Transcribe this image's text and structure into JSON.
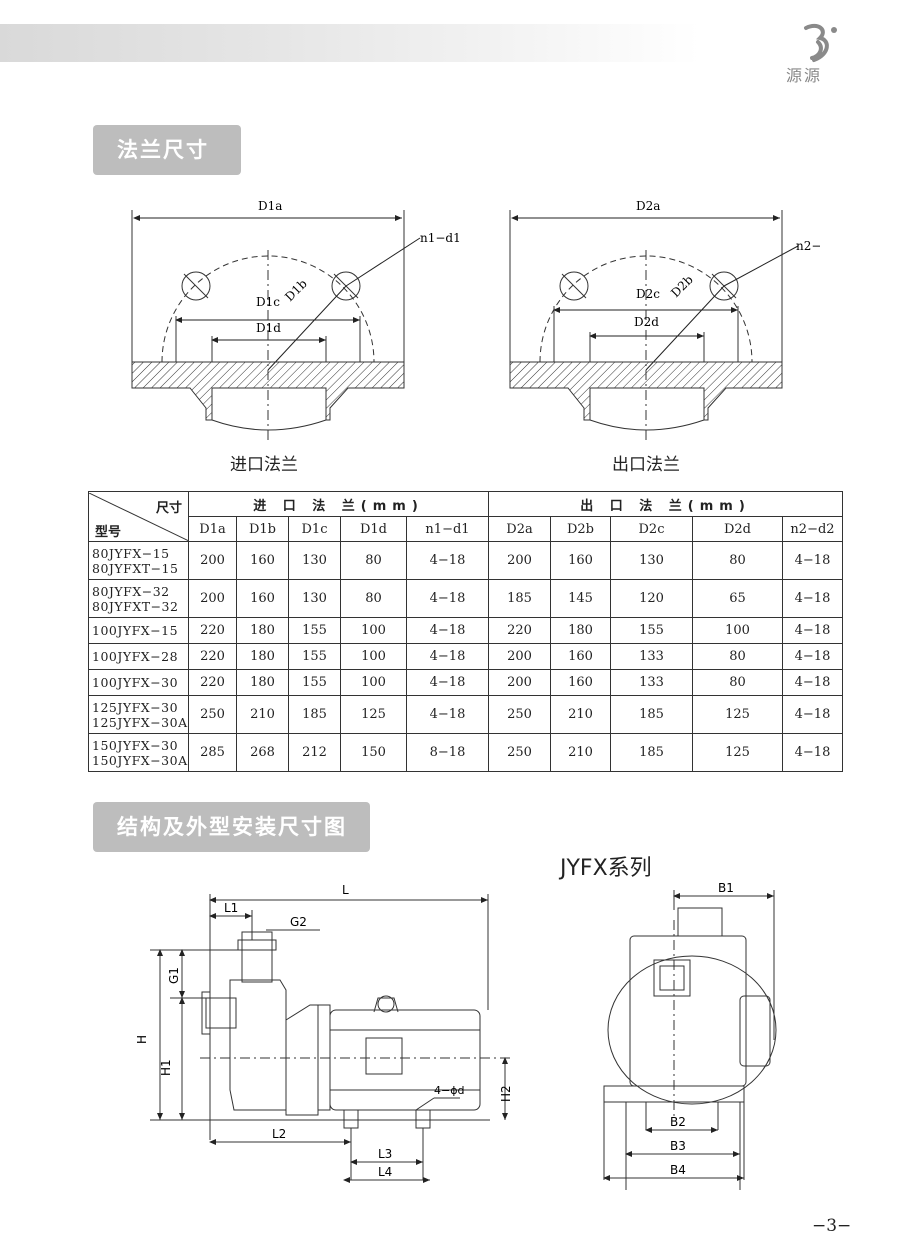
{
  "header": {
    "brand": "源源"
  },
  "sections": {
    "flange": "法兰尺寸",
    "structure": "结构及外型安装尺寸图"
  },
  "flange_drawing": {
    "inlet": {
      "caption": "进口法兰",
      "d_a": "D1a",
      "d_b": "D1b",
      "d_c": "D1c",
      "d_d": "D1d",
      "holes": "n1−d1"
    },
    "outlet": {
      "caption": "出口法兰",
      "d_a": "D2a",
      "d_b": "D2b",
      "d_c": "D2c",
      "d_d": "D2d",
      "holes": "n2−d2"
    }
  },
  "table": {
    "corner_top": "尺寸",
    "corner_bottom": "型号",
    "inlet_group": "进 口 法 兰(mm)",
    "outlet_group": "出 口 法 兰(mm)",
    "inlet_cols": [
      "D1a",
      "D1b",
      "D1c",
      "D1d",
      "n1−d1"
    ],
    "outlet_cols": [
      "D2a",
      "D2b",
      "D2c",
      "D2d",
      "n2−d2"
    ],
    "rows": [
      {
        "model": "80JYFX−15\n80JYFXT−15",
        "v": [
          "200",
          "160",
          "130",
          "80",
          "4−18",
          "200",
          "160",
          "130",
          "80",
          "4−18"
        ]
      },
      {
        "model": "80JYFX−32\n80JYFXT−32",
        "v": [
          "200",
          "160",
          "130",
          "80",
          "4−18",
          "185",
          "145",
          "120",
          "65",
          "4−18"
        ]
      },
      {
        "model": "100JYFX−15",
        "v": [
          "220",
          "180",
          "155",
          "100",
          "4−18",
          "220",
          "180",
          "155",
          "100",
          "4−18"
        ]
      },
      {
        "model": "100JYFX−28",
        "v": [
          "220",
          "180",
          "155",
          "100",
          "4−18",
          "200",
          "160",
          "133",
          "80",
          "4−18"
        ]
      },
      {
        "model": "100JYFX−30",
        "v": [
          "220",
          "180",
          "155",
          "100",
          "4−18",
          "200",
          "160",
          "133",
          "80",
          "4−18"
        ]
      },
      {
        "model": "125JYFX−30\n125JYFX−30A",
        "v": [
          "250",
          "210",
          "185",
          "125",
          "4−18",
          "250",
          "210",
          "185",
          "125",
          "4−18"
        ]
      },
      {
        "model": "150JYFX−30\n150JYFX−30A",
        "v": [
          "285",
          "268",
          "212",
          "150",
          "8−18",
          "250",
          "210",
          "185",
          "125",
          "4−18"
        ]
      }
    ]
  },
  "series_title": "JYFX系列",
  "pump_side": {
    "L": "L",
    "L1": "L1",
    "G2": "G2",
    "G1": "G1",
    "H": "H",
    "H1": "H1",
    "H2": "H2",
    "L2": "L2",
    "L3": "L3",
    "L4": "L4",
    "bolt": "4−ϕd"
  },
  "pump_front": {
    "B1": "B1",
    "B2": "B2",
    "B3": "B3",
    "B4": "B4"
  },
  "page_number": "−3−"
}
